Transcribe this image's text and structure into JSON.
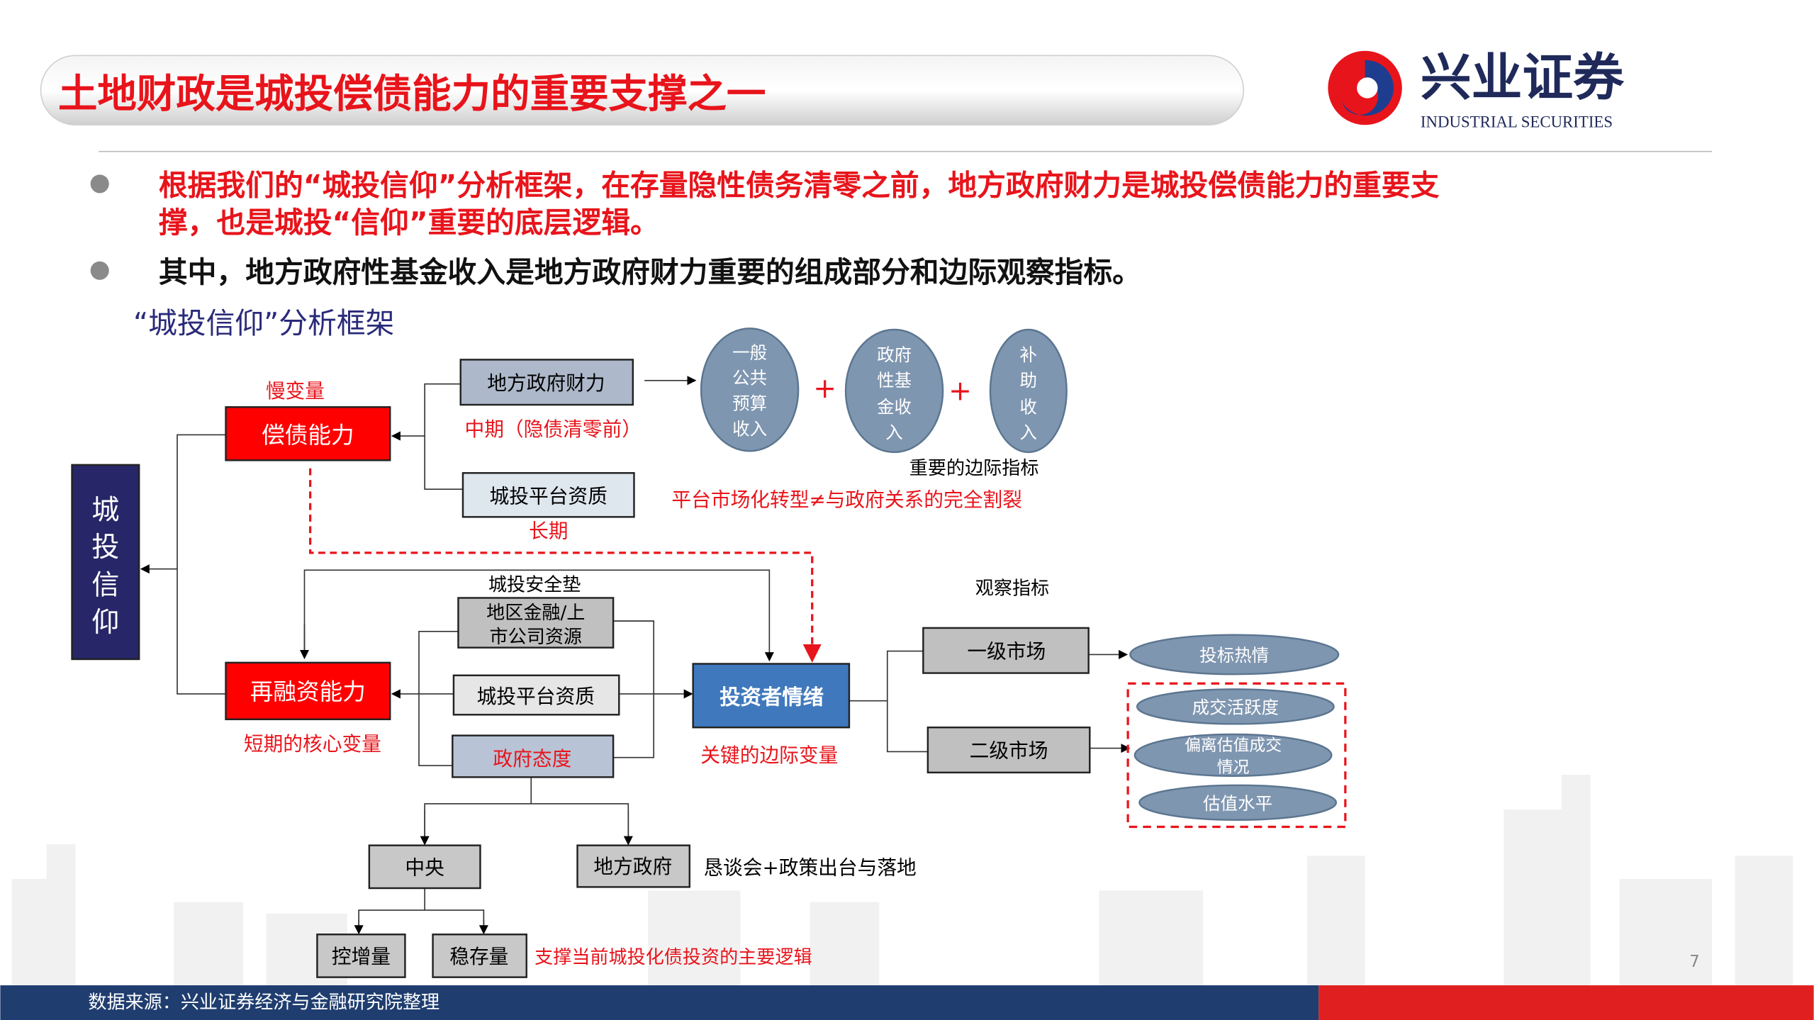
{
  "header": {
    "title": "土地财政是城投偿债能力的重要支撑之一"
  },
  "logo": {
    "name_cn": "兴业证券",
    "name_en": "INDUSTRIAL SECURITIES"
  },
  "bullets": [
    {
      "line1": "根据我们的“城投信仰”分析框架，在存量隐性债务清零之前，地方政府财力是城投偿债能力的重要支",
      "line2": "撑，也是城投“信仰”重要的底层逻辑。",
      "color": "#e8141b"
    },
    {
      "line1": "其中，地方政府性基金收入是地方政府财力重要的组成部分和边际观察指标。",
      "color": "#111111"
    }
  ],
  "diagram": {
    "subtitle": "“城投信仰”分析框架",
    "root": [
      "城",
      "投",
      "信",
      "仰"
    ],
    "slow_var": "慢变量",
    "debt_capacity": "偿债能力",
    "local_finance": "地方政府财力",
    "mid_term": "中期（隐债清零前）",
    "platform_quality_1": "城投平台资质",
    "long_term": "长期",
    "income_1": [
      "一般",
      "公共",
      "预算",
      "收入"
    ],
    "income_2": [
      "政府",
      "性基",
      "金收",
      "入"
    ],
    "income_3": [
      "补",
      "助",
      "收",
      "入"
    ],
    "plus": "+",
    "marginal_indicator": "重要的边际指标",
    "platform_note": "平台市场化转型≠与政府关系的完全割裂",
    "safety_cushion": "城投安全垫",
    "regional_finance": [
      "地区金融/上",
      "市公司资源"
    ],
    "platform_quality_2": "城投平台资质",
    "gov_attitude": "政府态度",
    "refinance": "再融资能力",
    "short_term": "短期的核心变量",
    "investor_sentiment": "投资者情绪",
    "key_marginal": "关键的边际变量",
    "observe": "观察指标",
    "primary_market": "一级市场",
    "secondary_market": "二级市场",
    "bid_heat": "投标热情",
    "trade_activity": "成交活跃度",
    "deviation": [
      "偏离估值成交",
      "情况"
    ],
    "valuation": "估值水平",
    "central": "中央",
    "local_gov": "地方政府",
    "policy": "恳谈会+政策出台与落地",
    "control_increment": "控增量",
    "stabilize_stock": "稳存量",
    "main_logic": "支撑当前城投化债投资的主要逻辑"
  },
  "footer": {
    "source": "数据来源：兴业证券经济与金融研究院整理",
    "page": "7"
  },
  "colors": {
    "red": "#e8141b",
    "navy": "#262668",
    "blue": "#3f78bc",
    "footer_blue": "#1f3d6f",
    "footer_red": "#e02020"
  }
}
